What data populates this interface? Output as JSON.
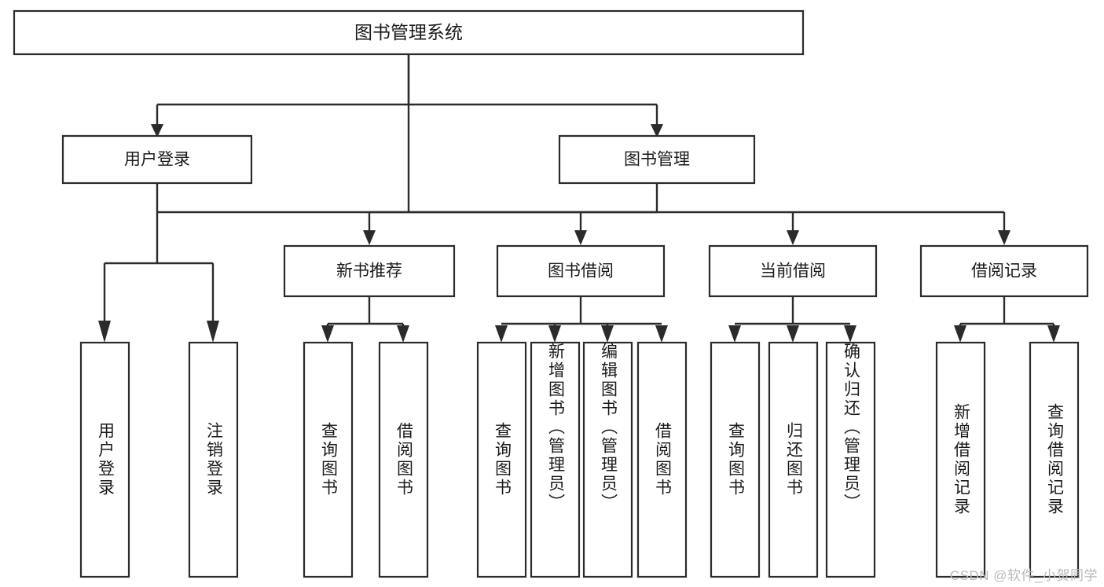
{
  "diagram": {
    "type": "tree-hierarchy-chart",
    "title": "图书管理系统",
    "watermark": "CSDN @软件_小贺同学",
    "colors": {
      "stroke": "#2b2b2b",
      "fill": "#ffffff",
      "text": "#1a1a1a",
      "watermark": "#b9b9b9"
    },
    "levels": {
      "root": {
        "label": "图书管理系统"
      },
      "level2": [
        {
          "label": "用户登录"
        },
        {
          "label": "图书管理"
        }
      ],
      "level3": [
        {
          "label": "新书推荐"
        },
        {
          "label": "图书借阅"
        },
        {
          "label": "当前借阅"
        },
        {
          "label": "借阅记录"
        }
      ]
    },
    "leaves": {
      "user_login": [
        {
          "label": "用户登录"
        },
        {
          "label": "注销登录"
        }
      ],
      "new_book_recommend": [
        {
          "label": "查询图书"
        },
        {
          "label": "借阅图书"
        }
      ],
      "book_borrow": [
        {
          "label": "查询图书"
        },
        {
          "label": "新增图书（管理员）"
        },
        {
          "label": "编辑图书（管理员）"
        },
        {
          "label": "借阅图书"
        }
      ],
      "current_borrow": [
        {
          "label": "查询图书"
        },
        {
          "label": "归还图书"
        },
        {
          "label": "确认归还（管理员）"
        }
      ],
      "borrow_record": [
        {
          "label": "新增借阅记录"
        },
        {
          "label": "查询借阅记录"
        }
      ]
    }
  }
}
